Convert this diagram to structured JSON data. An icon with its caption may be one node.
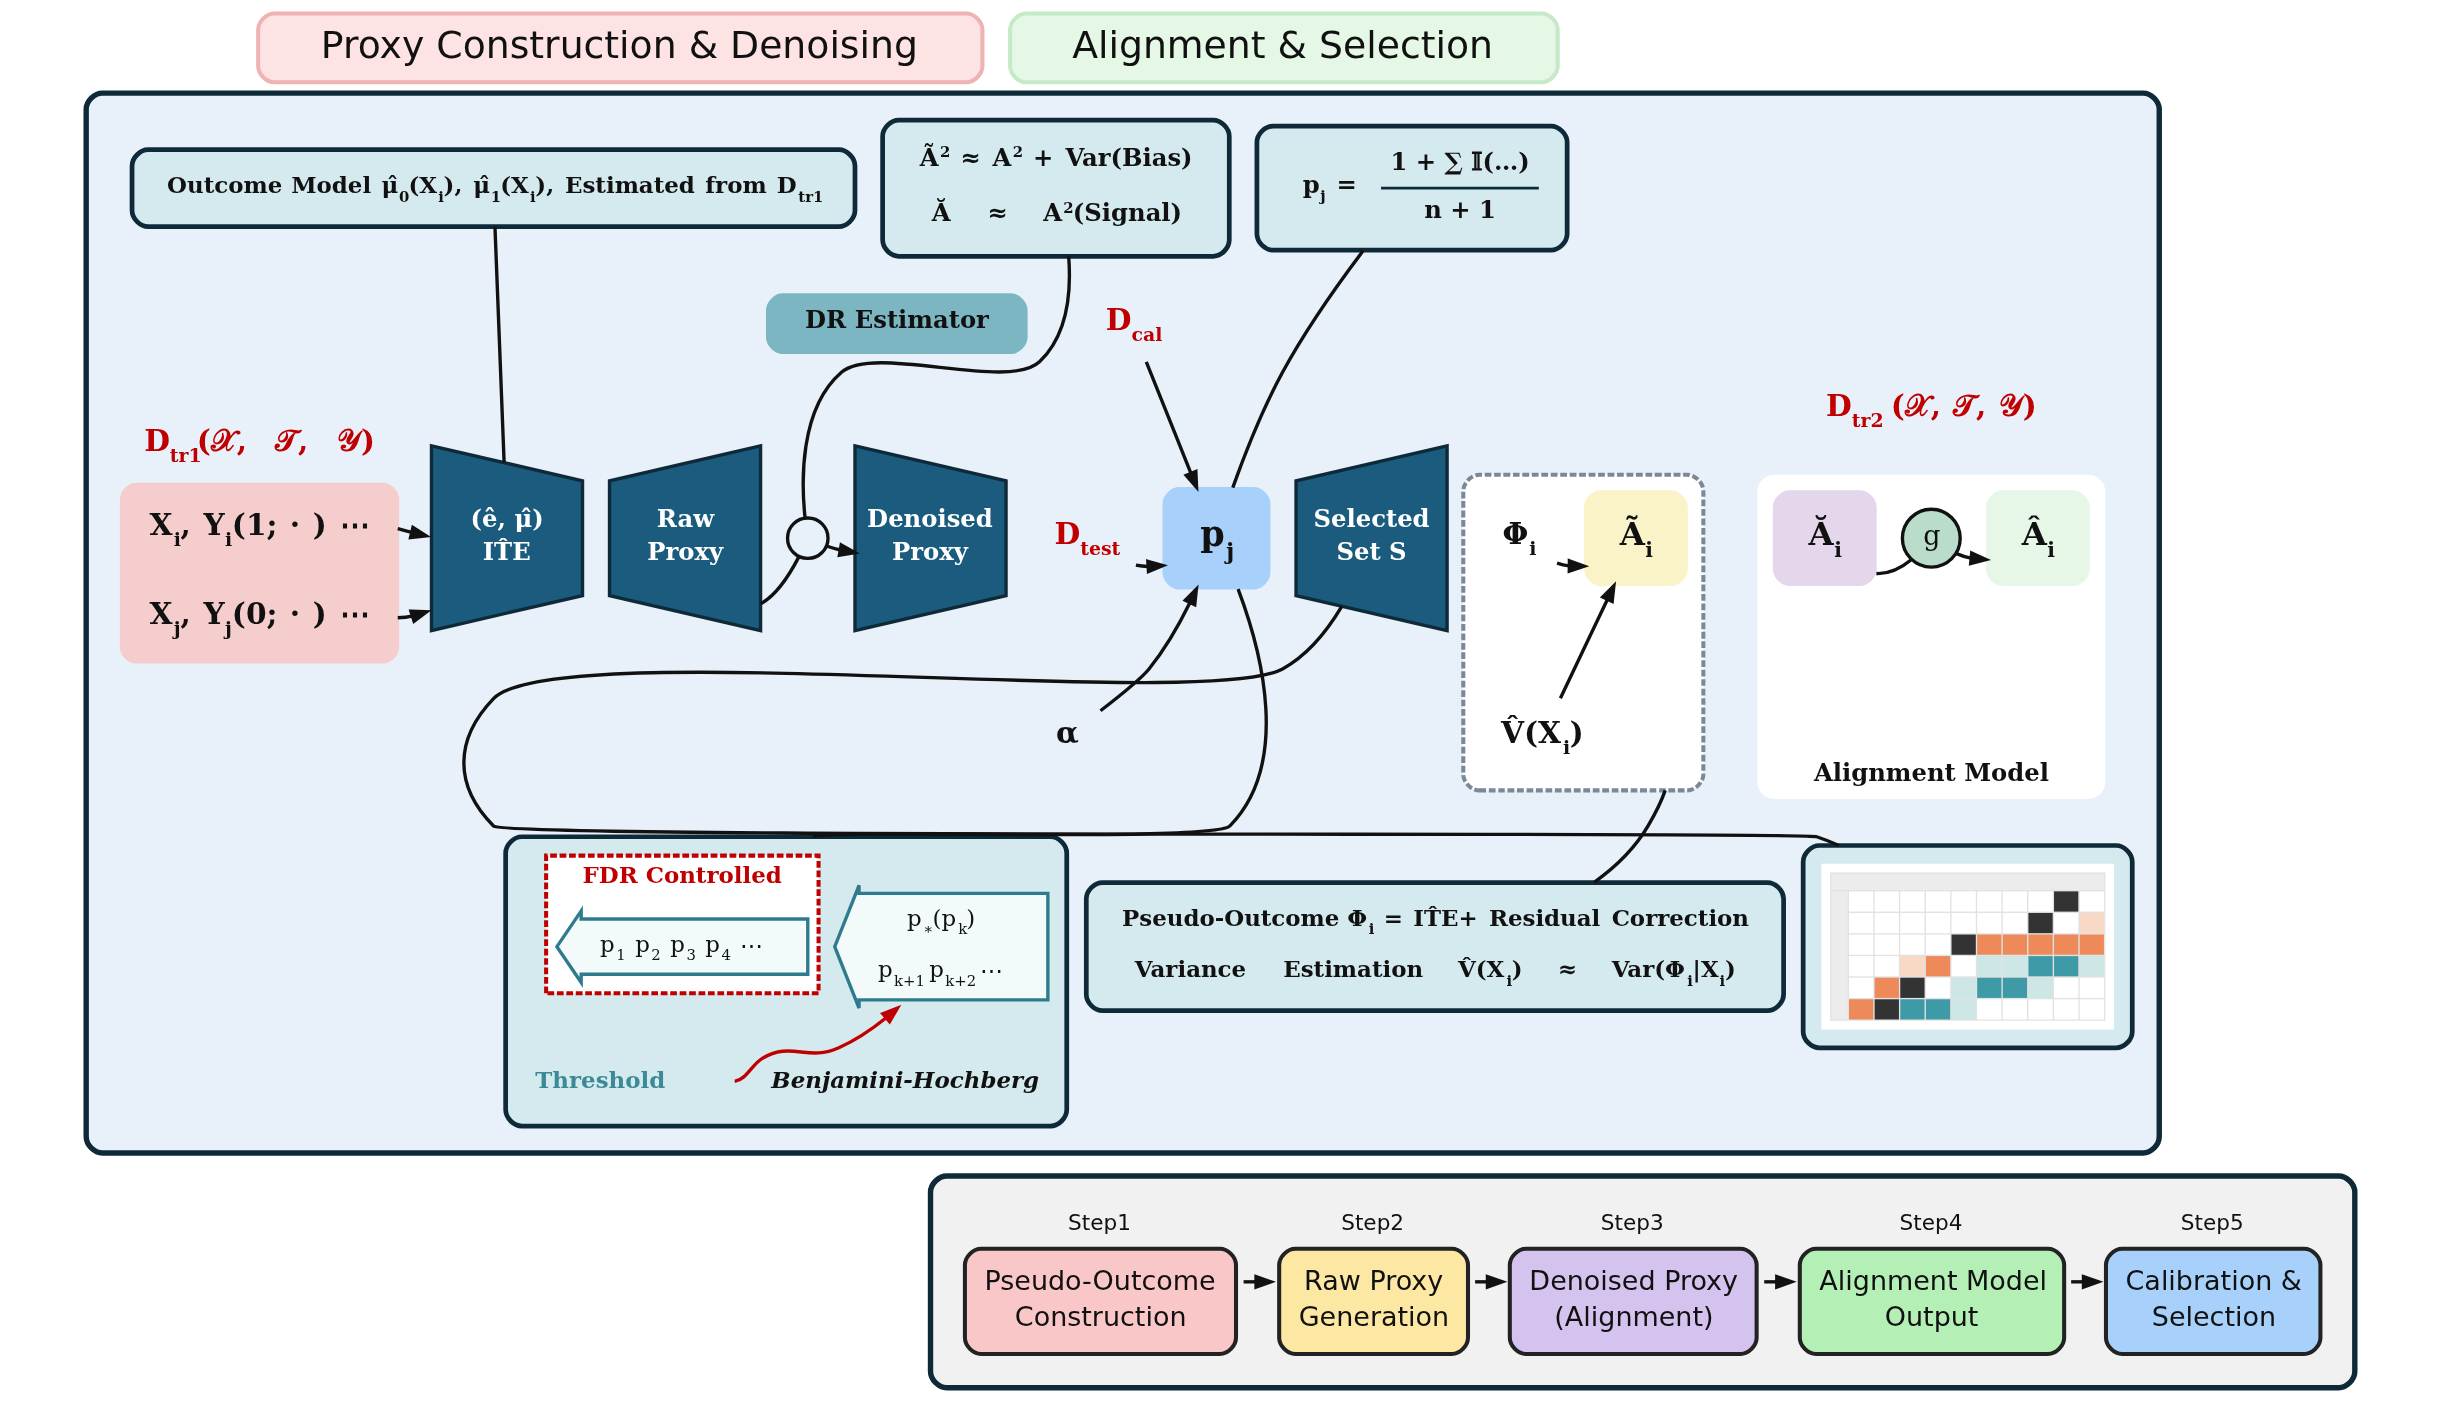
{
  "diagram": {
    "nodes": [
      {
        "text": [
          "Proxy Construction & Denoising"
        ]
      },
      {
        "text": [
          "Alignment & Selection"
        ]
      },
      {
        "text": [],
        "shape": "box"
      },
      {
        "text": [
          "Outcome Model μ̂$_{0}$(X$_{i}$), μ̂$_{1}$(X$_{i}$), Estimated from D$_{tr1}$"
        ],
        "in": 2
      },
      {
        "text": [
          "DR Estimator"
        ],
        "in": 2
      },
      {
        "text": [
          "Ã$^{2}$ ≈ A$^{2}$ + Var(Bias)",
          "Ă ≈ A$^{2}$(Signal)"
        ],
        "in": 2
      },
      {
        "text": [
          "p$_{j}$ =",
          "1 + ∑ 𝕀(…)",
          "n + 1"
        ],
        "in": 2
      },
      {
        "text": [
          "X$_{i}$, Y$_{i}$(1; · ) ⋯",
          "X$_{j}$, Y$_{j}$(0; · ) ⋯"
        ],
        "beside": [
          "D$_{tr1}$(𝒳, 𝒯, 𝒴)"
        ],
        "in": 2
      },
      {
        "text": [
          "(ê, μ̂)",
          "IT̂E"
        ],
        "in": 2
      },
      {
        "text": [],
        "shape": "box",
        "in": 2
      },
      {
        "text": [
          "Φ$_{i}$"
        ],
        "in": 9
      },
      {
        "text": [
          "V̂(X$_{i}$)"
        ],
        "in": 9
      },
      {
        "text": [
          "Ã$_{i}$"
        ],
        "in": 9
      },
      {
        "text": [
          "Raw Proxy"
        ],
        "in": 2
      },
      {
        "text": [],
        "shape": "circle",
        "in": 2
      },
      {
        "text": [
          "Denoised Proxy"
        ],
        "in": 2
      },
      {
        "text": [
          "Alignment Model"
        ],
        "beside": [
          "D$_{tr2}$ (𝒳, 𝒯, 𝒴)"
        ],
        "in": 2
      },
      {
        "text": [
          "Ă$_{i}$"
        ],
        "in": 16
      },
      {
        "text": [
          "g"
        ],
        "in": 16
      },
      {
        "text": [
          "Â$_{i}$"
        ],
        "in": 16
      },
      {
        "text": [
          "D$_{cal}$"
        ],
        "in": 2
      },
      {
        "text": [
          "D$_{test}$"
        ],
        "in": 2
      },
      {
        "text": [
          "α"
        ],
        "in": 2
      },
      {
        "text": [
          "p$_{j}$"
        ],
        "in": 2
      },
      {
        "text": [
          "Selected Set S"
        ],
        "in": 2
      },
      {
        "text": [
          "Pseudo-Outcome Φ$_{i}$ = IT̂E+ Residual Correction",
          "Variance Estimation V̂(X$_{i}$) ≈ Var(Φ$_{i}$|X$_{i}$)"
        ],
        "in": 2
      },
      {
        "text": [],
        "shape": "box",
        "in": 2
      },
      {
        "text": [
          "FDR Controlled"
        ],
        "in": 26
      },
      {
        "text": [
          "p$_{1}$ p$_{2}$ p$_{3}$ p$_{4}$ ⋯"
        ],
        "in": 27
      },
      {
        "text": [
          "p$_{∗}$(p$_{k}$)",
          "p$_{k+1}$ p$_{k+2}$ ⋯"
        ],
        "in": 26
      },
      {
        "text": [],
        "shape": "box",
        "in": 2
      },
      {
        "text": [],
        "shape": "picture",
        "in": 30
      },
      {
        "text": [],
        "shape": "box"
      },
      {
        "text": [
          "Step1",
          "Pseudo-Outcome Construction"
        ],
        "in": 32
      },
      {
        "text": [
          "Step2",
          "Raw Proxy Generation"
        ],
        "in": 32
      },
      {
        "text": [
          "Step3",
          "Denoised Proxy (Alignment)"
        ],
        "in": 32
      },
      {
        "text": [
          "Step4",
          "Alignment Model Output"
        ],
        "in": 32
      },
      {
        "text": [
          "Step5",
          "Calibration & Selection"
        ],
        "in": 32
      }
    ],
    "edges": [
      {
        "from": 7,
        "to": 8,
        "arrow": "to"
      },
      {
        "from": 7,
        "to": 8,
        "arrow": "to"
      },
      {
        "from": 10,
        "to": 12,
        "arrow": "to"
      },
      {
        "from": 11,
        "to": 12,
        "arrow": "to"
      },
      {
        "from": 13,
        "to": 14,
        "arrow": "none"
      },
      {
        "from": 14,
        "to": 15,
        "arrow": "to"
      },
      {
        "from": 17,
        "to": 18,
        "arrow": "none"
      },
      {
        "from": 18,
        "to": 19,
        "arrow": "to"
      },
      {
        "from": 20,
        "to": 23,
        "arrow": "to"
      },
      {
        "from": 21,
        "to": 23,
        "arrow": "to"
      },
      {
        "from": 22,
        "to": 23,
        "arrow": "to"
      },
      {
        "from": 3,
        "to": 8,
        "arrow": "none"
      },
      {
        "from": 25,
        "to": 9,
        "arrow": "none"
      },
      {
        "from": 5,
        "to": 14,
        "arrow": "none"
      },
      {
        "from": 6,
        "to": 23,
        "arrow": "none"
      },
      {
        "from": 26,
        "to": 23,
        "arrow": "none"
      },
      {
        "from": 30,
        "to": 24,
        "arrow": "none"
      },
      {
        "from": null,
        "to": 29,
        "arrow": "to",
        "color": "#c00000"
      },
      {
        "from": 33,
        "to": 34,
        "arrow": "to"
      },
      {
        "from": 34,
        "to": 35,
        "arrow": "to"
      },
      {
        "from": 35,
        "to": 36,
        "arrow": "to"
      },
      {
        "from": 36,
        "to": 37,
        "arrow": "to"
      }
    ],
    "labels": [
      "Threshold",
      "Benjamini-Hochberg"
    ]
  }
}
